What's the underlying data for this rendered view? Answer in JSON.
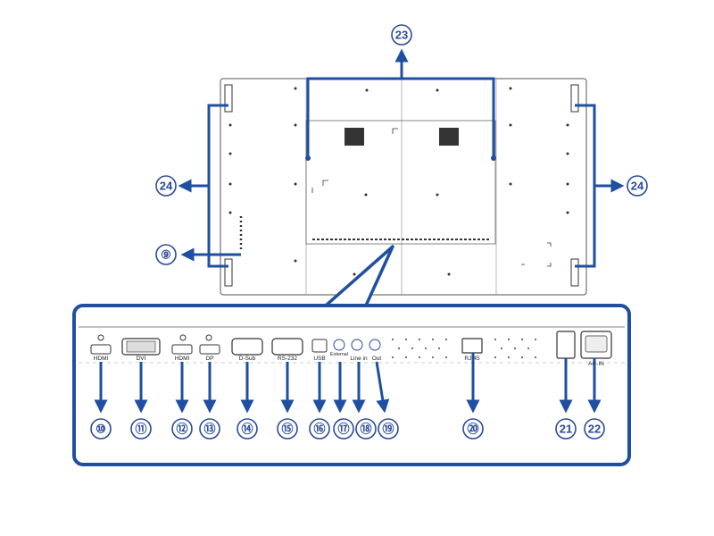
{
  "colors": {
    "accent": "#1f4fa0",
    "panel_outline": "#555555",
    "callout_text": "#2a4a9a"
  },
  "callouts": {
    "c9": "⑨",
    "c10": "⑩",
    "c11": "⑪",
    "c12": "⑫",
    "c13": "⑬",
    "c14": "⑭",
    "c15": "⑮",
    "c16": "⑯",
    "c17": "⑰",
    "c18": "⑱",
    "c19": "⑲",
    "c20": "⑳",
    "c21": "21",
    "c22": "22",
    "c23": "23",
    "c24_left": "24",
    "c24_right": "24"
  },
  "ports": {
    "hdmi1": "HDMI",
    "dvi": "DVI",
    "hdmi2": "HDMI",
    "dp": "DP",
    "dsub": "D-Sub",
    "rs232": "RS-232",
    "usb": "USB",
    "external": "External",
    "line_in": "Line in",
    "out": "Out",
    "rj45": "RJ-45",
    "ac_in": "AC-IN"
  }
}
